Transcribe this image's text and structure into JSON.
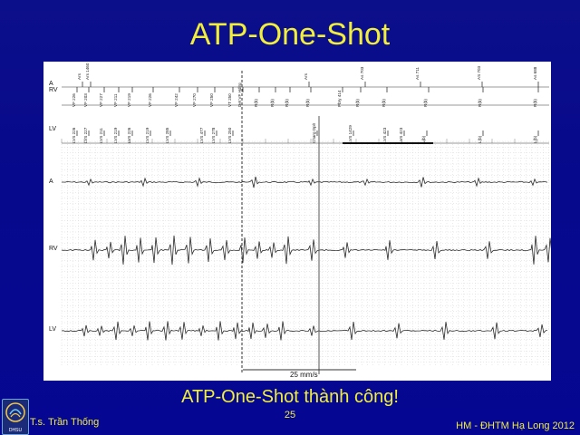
{
  "slide": {
    "title": "ATP-One-Shot",
    "caption": "ATP-One-Shot thành công!",
    "page_number": "25",
    "author": "T.s. Trần Thống",
    "footer_right": "HM - ĐHTM Hạ Long 2012",
    "logo_text": "DHSU"
  },
  "strip": {
    "channel_labels": [
      "A",
      "RV",
      "LV",
      "A",
      "RV",
      "LV"
    ],
    "paper_speed": "25 mm/s",
    "marker_A": [
      {
        "label": "Ars"
      },
      {
        "label": "Ars 1460"
      },
      {
        "label": "Ars"
      },
      {
        "label": "As 703"
      },
      {
        "label": "As 711"
      },
      {
        "label": "AS 703"
      },
      {
        "label": "As 688"
      }
    ],
    "marker_RV": [
      "VF 226",
      "VF 203",
      "VF 227",
      "VF 211",
      "VF 219",
      "VF 226",
      "VF 242",
      "VF 270",
      "VF 250",
      "VT 250",
      "Det VF Hdlrg",
      "R(b)",
      "R(b)",
      "R(b)",
      "R(b)",
      "Pbry 414",
      "R(b)",
      "R(b)",
      "R(b)",
      "R(b)",
      "R(b)"
    ],
    "marker_LV": [
      "LVS 226",
      "LVS 227",
      "LVS 211",
      "LVS 219",
      "LVS 226",
      "LVS 219",
      "LVS 285",
      "LVS 477",
      "LVS 278",
      "LVS 250",
      "Charg Dplr",
      "LVS 1429",
      "LVS 423",
      "LVS 423",
      "L(b)",
      "L(b)",
      "L(b)"
    ]
  },
  "colors": {
    "background": "#07098c",
    "accent_text": "#f2ef3a",
    "trace": "#333333",
    "grid": "#c8c8c8"
  }
}
